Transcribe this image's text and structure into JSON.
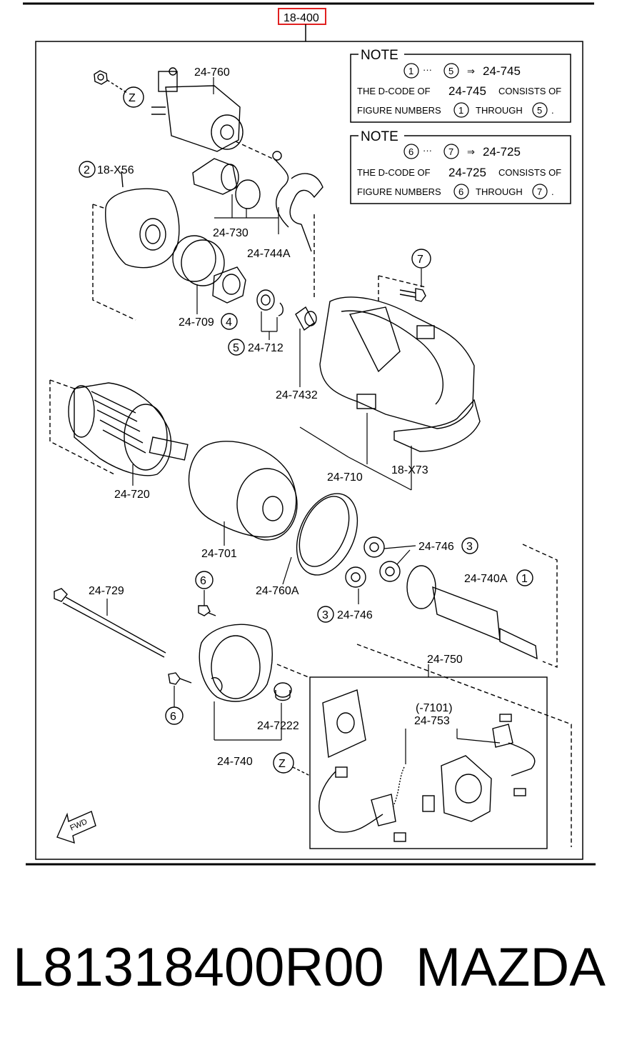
{
  "header": {
    "ref_code": "18-400"
  },
  "notes": [
    {
      "title": "NOTE",
      "range_start": "1",
      "range_sep": "···",
      "range_end": "5",
      "arrow": "⇒",
      "target": "24-745",
      "line1_pre": "THE D-CODE OF",
      "line1_code": "24-745",
      "line1_post": "CONSISTS OF",
      "line2_pre": "FIGURE NUMBERS",
      "line2_from": "1",
      "line2_mid": "THROUGH",
      "line2_to": "5",
      "line2_end": "."
    },
    {
      "title": "NOTE",
      "range_start": "6",
      "range_sep": "···",
      "range_end": "7",
      "arrow": "⇒",
      "target": "24-725",
      "line1_pre": "THE D-CODE OF",
      "line1_code": "24-725",
      "line1_post": "CONSISTS OF",
      "line2_pre": "FIGURE NUMBERS",
      "line2_from": "6",
      "line2_mid": "THROUGH",
      "line2_to": "7",
      "line2_end": "."
    }
  ],
  "callouts": {
    "z_top": "Z",
    "z_bottom": "Z",
    "fwd": "FWD",
    "n2": "2",
    "n3a": "3",
    "n3b": "3",
    "n4": "4",
    "n5": "5",
    "n6a": "6",
    "n6b": "6",
    "n7": "7",
    "n1": "1"
  },
  "part_labels": {
    "p24_760": "24-760",
    "p18_x56": "18-X56",
    "p24_730": "24-730",
    "p24_744a": "24-744A",
    "p24_709": "24-709",
    "p24_712": "24-712",
    "p24_7432": "24-7432",
    "p24_720": "24-720",
    "p24_710": "24-710",
    "p18_x73": "18-X73",
    "p24_701": "24-701",
    "p24_760a": "24-760A",
    "p24_746a": "24-746",
    "p24_746b": "24-746",
    "p24_740a": "24-740A",
    "p24_729": "24-729",
    "p24_750": "24-750",
    "p7101": "(-7101)",
    "p24_753": "24-753",
    "p24_7222": "24-7222",
    "p24_740": "24-740"
  },
  "footer": {
    "part_number": "L81318400R00",
    "brand": "MAZDA"
  },
  "colors": {
    "ref_box": "#e02020"
  }
}
